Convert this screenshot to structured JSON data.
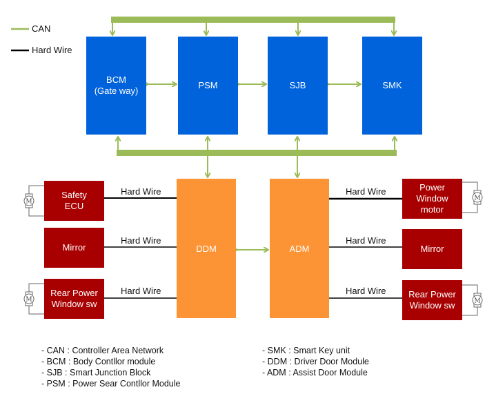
{
  "legend": [
    {
      "label": "CAN",
      "color": "#9bbb59"
    },
    {
      "label": "Hard Wire",
      "color": "#000000"
    }
  ],
  "colors": {
    "can": "#9bbb59",
    "hardwire": "#000000",
    "ecu": "#0063dc",
    "door_module": "#fc9334",
    "device": "#a80000"
  },
  "ecus": [
    {
      "id": "BCM",
      "label": "BCM\n(Gate way)"
    },
    {
      "id": "PSM",
      "label": "PSM"
    },
    {
      "id": "SJB",
      "label": "SJB"
    },
    {
      "id": "SMK",
      "label": "SMK"
    }
  ],
  "door_modules": [
    {
      "id": "DDM",
      "label": "DDM"
    },
    {
      "id": "ADM",
      "label": "ADM"
    }
  ],
  "left_devices": [
    {
      "label": "Safety\nECU",
      "motor": true,
      "wire_label": "Hard Wire"
    },
    {
      "label": "Mirror",
      "motor": false,
      "wire_label": "Hard Wire"
    },
    {
      "label": "Rear Power\nWindow sw",
      "motor": true,
      "wire_label": "Hard Wire"
    }
  ],
  "right_devices": [
    {
      "label": "Power\nWindow\nmotor",
      "motor": true,
      "wire_label": "Hard Wire"
    },
    {
      "label": "Mirror",
      "motor": false,
      "wire_label": "Hard Wire"
    },
    {
      "label": "Rear Power\nWindow sw",
      "motor": true,
      "wire_label": "Hard Wire"
    }
  ],
  "motor_symbol": "M",
  "notes_left": [
    "- CAN : Controller Area Network",
    "- BCM : Body Contllor module",
    "- SJB : Smart Junction Block",
    "- PSM : Power Sear Contllor Module"
  ],
  "notes_right": [
    "- SMK : Smart Key unit",
    "- DDM : Driver Door Module",
    "- ADM : Assist Door Module"
  ]
}
